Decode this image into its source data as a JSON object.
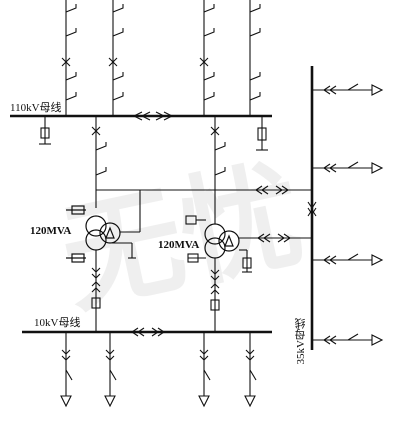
{
  "labels": {
    "bus_110kv": "110kV母线",
    "bus_10kv": "10kV母线",
    "bus_35kv": "35kV母线",
    "transformer_1": "120MVA",
    "transformer_2": "120MVA"
  },
  "watermark_text": "无忧",
  "colors": {
    "line": "#111111",
    "background": "#ffffff"
  }
}
